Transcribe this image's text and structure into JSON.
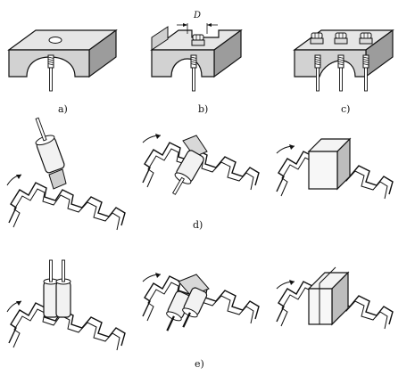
{
  "figure": {
    "labels": {
      "a": "a)",
      "b": "b)",
      "c": "c)",
      "d": "d)",
      "e": "e)"
    },
    "dimension_label": "D"
  },
  "colors": {
    "line": "#111111",
    "face_light": "#ececec",
    "face_mid": "#cfcfcf",
    "face_dark": "#9a9a9a",
    "white": "#ffffff"
  }
}
